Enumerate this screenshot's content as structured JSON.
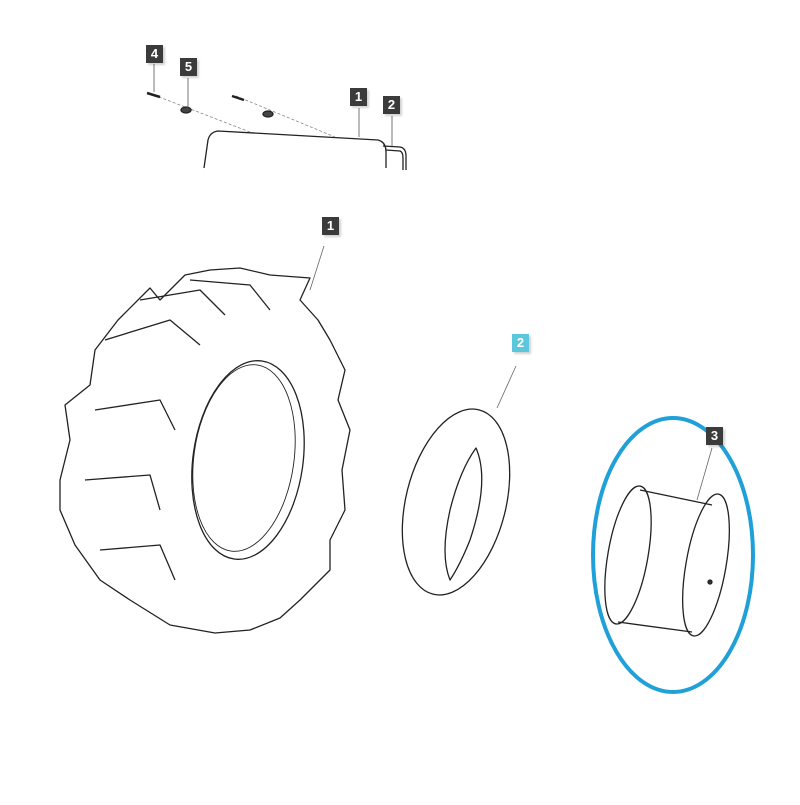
{
  "diagram": {
    "type": "exploded-parts-view",
    "highlight_color": "#1fa0d8",
    "callout_color": "#3b3b3b",
    "callout_selected_color": "#5bc6dc",
    "top_assembly": {
      "callouts": [
        {
          "label": "4",
          "part": "screw"
        },
        {
          "label": "5",
          "part": "nut"
        },
        {
          "label": "1",
          "part": "cover"
        },
        {
          "label": "2",
          "part": "bracket"
        }
      ]
    },
    "wheel_assembly": {
      "callouts": [
        {
          "label": "1",
          "part": "tire"
        },
        {
          "label": "2",
          "part": "inner-tube",
          "selected": true
        },
        {
          "label": "3",
          "part": "rim",
          "highlighted": true
        }
      ]
    }
  }
}
